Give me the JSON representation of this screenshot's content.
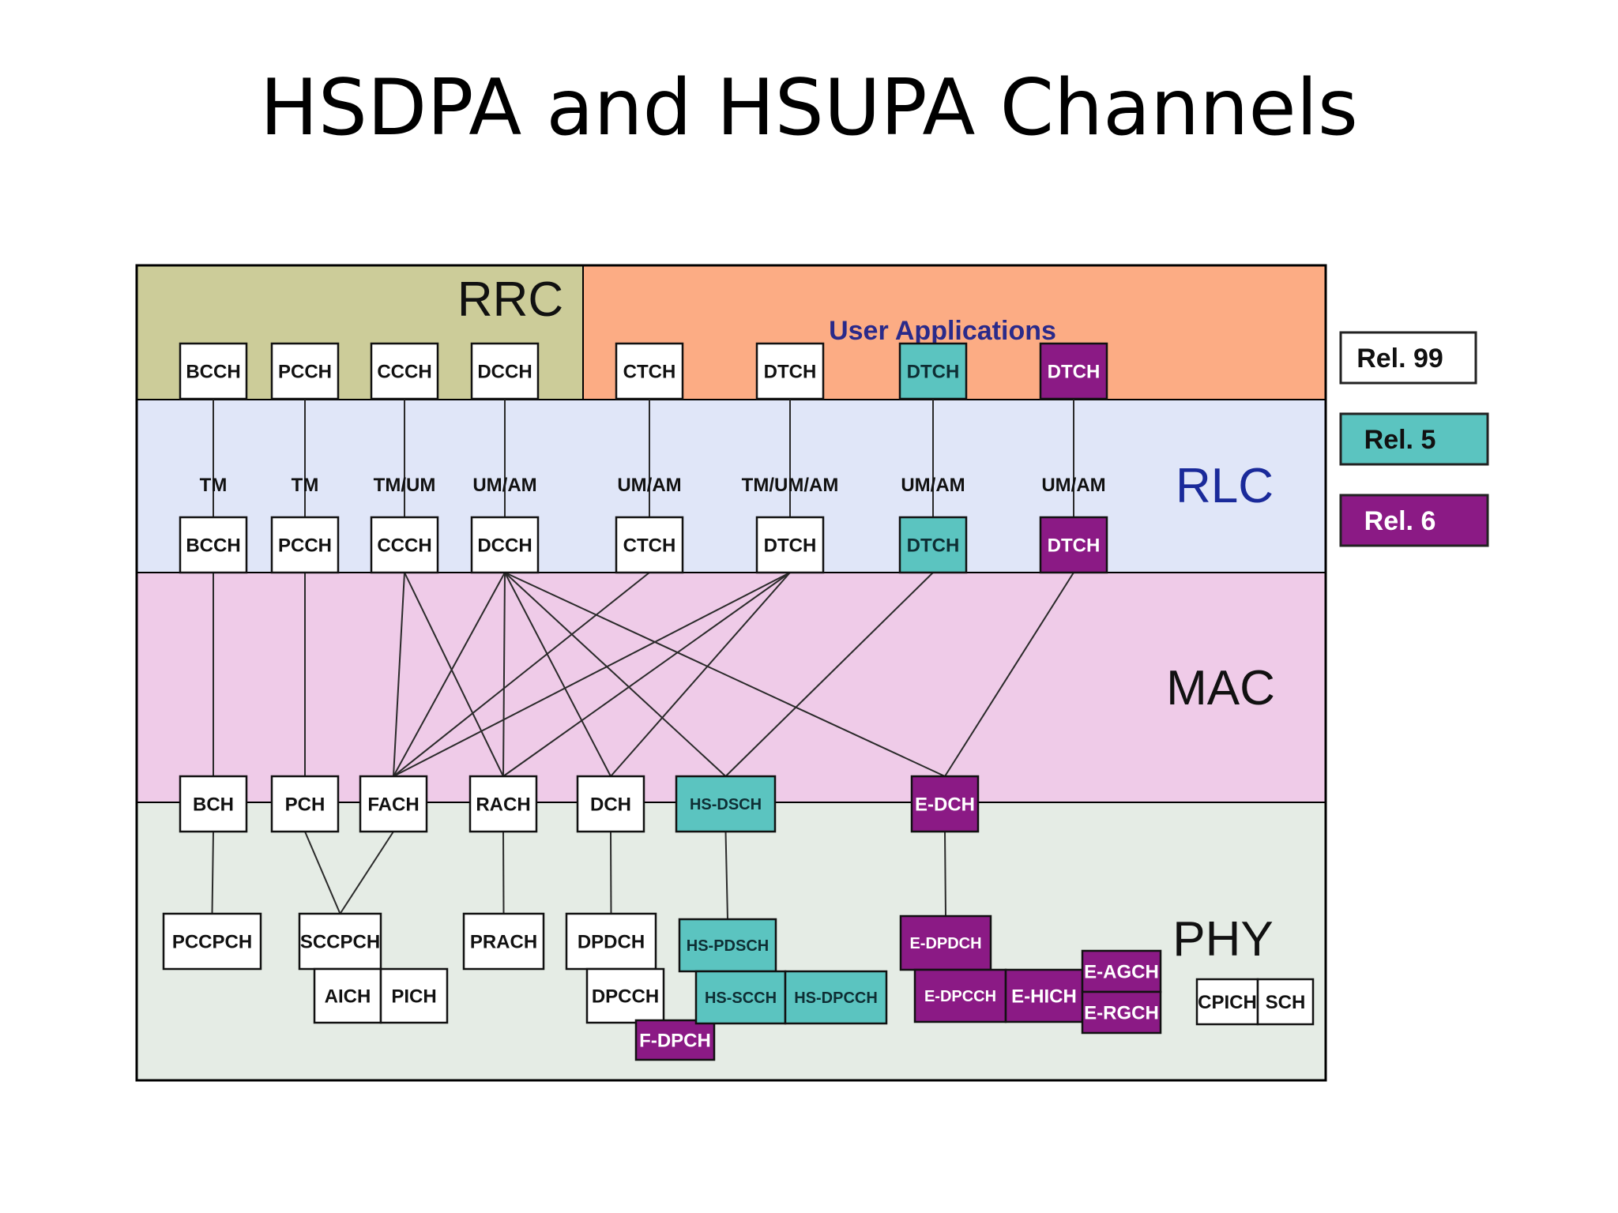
{
  "title": "HSDPA and HSUPA Channels",
  "colors": {
    "rel99": "#ffffff",
    "rel5": "#5bc4c0",
    "rel6": "#8b1a85",
    "rrc_band": "#cccc99",
    "user_apps_band": "#fcac84",
    "rlc_band": "#e0e6f8",
    "mac_band": "#efcbe8",
    "phy_band": "#e5ece5",
    "rlc_label": "#1a2a9a",
    "user_apps_label": "#2a2a8a"
  },
  "layers": {
    "rrc": "RRC",
    "user_applications": "User Applications",
    "rlc": "RLC",
    "mac": "MAC",
    "phy": "PHY"
  },
  "legend": [
    {
      "id": "legend-rel99",
      "label": "Rel. 99",
      "release": "rel99"
    },
    {
      "id": "legend-rel5",
      "label": "Rel. 5",
      "release": "rel5"
    },
    {
      "id": "legend-rel6",
      "label": "Rel. 6",
      "release": "rel6"
    }
  ],
  "logical_channels": [
    {
      "id": "l-bcch",
      "label": "BCCH",
      "release": "rel99"
    },
    {
      "id": "l-pcch",
      "label": "PCCH",
      "release": "rel99"
    },
    {
      "id": "l-ccch",
      "label": "CCCH",
      "release": "rel99"
    },
    {
      "id": "l-dcch",
      "label": "DCCH",
      "release": "rel99"
    },
    {
      "id": "l-ctch",
      "label": "CTCH",
      "release": "rel99"
    },
    {
      "id": "l-dtch1",
      "label": "DTCH",
      "release": "rel99"
    },
    {
      "id": "l-dtch2",
      "label": "DTCH",
      "release": "rel5"
    },
    {
      "id": "l-dtch3",
      "label": "DTCH",
      "release": "rel6"
    }
  ],
  "rlc_modes": [
    "TM",
    "TM",
    "TM/UM",
    "UM/AM",
    "UM/AM",
    "TM/UM/AM",
    "UM/AM",
    "UM/AM"
  ],
  "mac_channels": [
    {
      "id": "m-bcch",
      "label": "BCCH",
      "release": "rel99"
    },
    {
      "id": "m-pcch",
      "label": "PCCH",
      "release": "rel99"
    },
    {
      "id": "m-ccch",
      "label": "CCCH",
      "release": "rel99"
    },
    {
      "id": "m-dcch",
      "label": "DCCH",
      "release": "rel99"
    },
    {
      "id": "m-ctch",
      "label": "CTCH",
      "release": "rel99"
    },
    {
      "id": "m-dtch1",
      "label": "DTCH",
      "release": "rel99"
    },
    {
      "id": "m-dtch2",
      "label": "DTCH",
      "release": "rel5"
    },
    {
      "id": "m-dtch3",
      "label": "DTCH",
      "release": "rel6"
    }
  ],
  "transport_channels": [
    {
      "id": "t-bch",
      "label": "BCH",
      "release": "rel99"
    },
    {
      "id": "t-pch",
      "label": "PCH",
      "release": "rel99"
    },
    {
      "id": "t-fach",
      "label": "FACH",
      "release": "rel99"
    },
    {
      "id": "t-rach",
      "label": "RACH",
      "release": "rel99"
    },
    {
      "id": "t-dch",
      "label": "DCH",
      "release": "rel99"
    },
    {
      "id": "t-hsdsch",
      "label": "HS-DSCH",
      "release": "rel5"
    },
    {
      "id": "t-edch",
      "label": "E-DCH",
      "release": "rel6"
    }
  ],
  "physical_channels": [
    {
      "id": "p-pccpch",
      "label": "PCCPCH",
      "release": "rel99"
    },
    {
      "id": "p-sccpch",
      "label": "SCCPCH",
      "release": "rel99"
    },
    {
      "id": "p-aich",
      "label": "AICH",
      "release": "rel99"
    },
    {
      "id": "p-pich",
      "label": "PICH",
      "release": "rel99"
    },
    {
      "id": "p-prach",
      "label": "PRACH",
      "release": "rel99"
    },
    {
      "id": "p-dpdch",
      "label": "DPDCH",
      "release": "rel99"
    },
    {
      "id": "p-dpcch",
      "label": "DPCCH",
      "release": "rel99"
    },
    {
      "id": "p-fdpch",
      "label": "F-DPCH",
      "release": "rel6"
    },
    {
      "id": "p-hspdsch",
      "label": "HS-PDSCH",
      "release": "rel5"
    },
    {
      "id": "p-hsscch",
      "label": "HS-SCCH",
      "release": "rel5"
    },
    {
      "id": "p-hsdpcch",
      "label": "HS-DPCCH",
      "release": "rel5"
    },
    {
      "id": "p-edpdch",
      "label": "E-DPDCH",
      "release": "rel6"
    },
    {
      "id": "p-edpcch",
      "label": "E-DPCCH",
      "release": "rel6"
    },
    {
      "id": "p-ehich",
      "label": "E-HICH",
      "release": "rel6"
    },
    {
      "id": "p-eagch",
      "label": "E-AGCH",
      "release": "rel6"
    },
    {
      "id": "p-ergch",
      "label": "E-RGCH",
      "release": "rel6"
    },
    {
      "id": "p-cpich",
      "label": "CPICH",
      "release": "rel99"
    },
    {
      "id": "p-sch",
      "label": "SCH",
      "release": "rel99"
    }
  ],
  "connections": [
    [
      "l-bcch",
      "m-bcch"
    ],
    [
      "l-pcch",
      "m-pcch"
    ],
    [
      "l-ccch",
      "m-ccch"
    ],
    [
      "l-dcch",
      "m-dcch"
    ],
    [
      "l-ctch",
      "m-ctch"
    ],
    [
      "l-dtch1",
      "m-dtch1"
    ],
    [
      "l-dtch2",
      "m-dtch2"
    ],
    [
      "l-dtch3",
      "m-dtch3"
    ],
    [
      "m-bcch",
      "t-bch"
    ],
    [
      "m-pcch",
      "t-pch"
    ],
    [
      "m-ccch",
      "t-fach"
    ],
    [
      "m-ccch",
      "t-rach"
    ],
    [
      "m-dcch",
      "t-fach"
    ],
    [
      "m-dcch",
      "t-rach"
    ],
    [
      "m-dcch",
      "t-dch"
    ],
    [
      "m-dcch",
      "t-hsdsch"
    ],
    [
      "m-dcch",
      "t-edch"
    ],
    [
      "m-ctch",
      "t-fach"
    ],
    [
      "m-dtch1",
      "t-fach"
    ],
    [
      "m-dtch1",
      "t-rach"
    ],
    [
      "m-dtch1",
      "t-dch"
    ],
    [
      "m-dtch2",
      "t-hsdsch"
    ],
    [
      "m-dtch3",
      "t-edch"
    ],
    [
      "t-bch",
      "p-pccpch"
    ],
    [
      "t-pch",
      "p-sccpch"
    ],
    [
      "t-fach",
      "p-sccpch"
    ],
    [
      "t-rach",
      "p-prach"
    ],
    [
      "t-dch",
      "p-dpdch"
    ],
    [
      "t-hsdsch",
      "p-hspdsch"
    ],
    [
      "t-edch",
      "p-edpdch"
    ]
  ]
}
